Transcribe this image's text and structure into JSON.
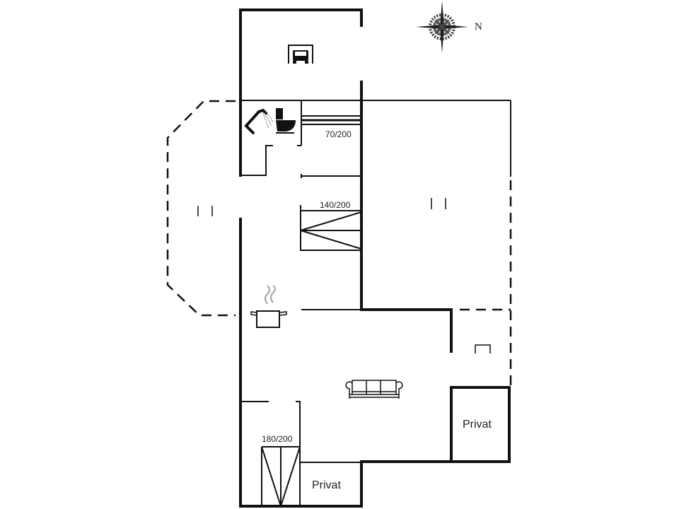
{
  "plan": {
    "compass_label": "N",
    "bed_labels": [
      "70/200",
      "140/200",
      "180/200"
    ],
    "room_labels": [
      "Privat",
      "Privat"
    ],
    "icons": [
      "compass-rose-icon",
      "carport-car-icon",
      "shower-icon",
      "toilet-icon",
      "cooking-pot-icon",
      "sofa-icon",
      "fireplace-icon"
    ],
    "colors": {
      "wall": "#111111",
      "line": "#222222",
      "steam": "#b0b0b0",
      "background": "#ffffff"
    }
  }
}
